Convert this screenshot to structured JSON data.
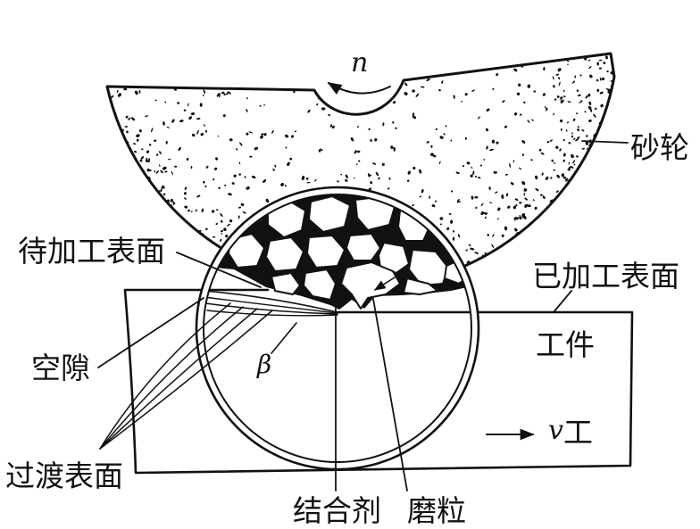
{
  "labels": {
    "wheel": "砂轮",
    "surface_to_machine": "待加工表面",
    "machined_surface": "已加工表面",
    "workpiece": "工件",
    "gap": "空隙",
    "transition_surface": "过渡表面",
    "bond": "结合剂",
    "grain": "磨粒"
  },
  "symbols": {
    "rotation": "n",
    "angle": "β",
    "feed_velocity": {
      "symbol": "v",
      "subscript": "工"
    }
  },
  "colors": {
    "ink": "#111111",
    "paper": "#ffffff"
  }
}
